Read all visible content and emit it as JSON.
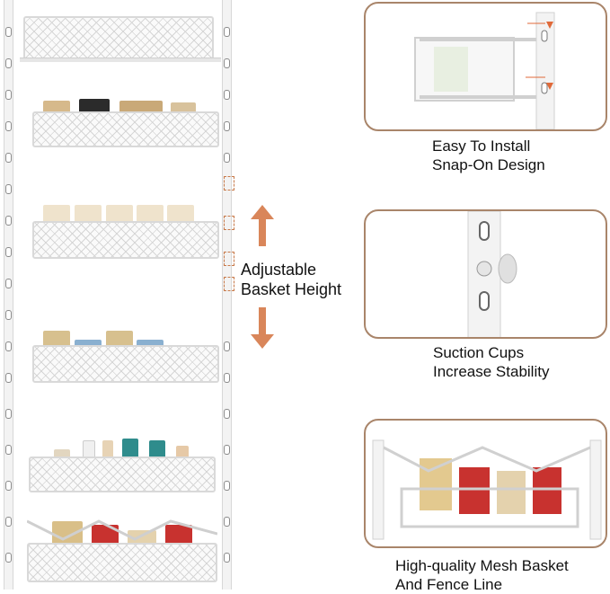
{
  "center_label": {
    "line1": "Adjustable",
    "line2": "Basket Height"
  },
  "callouts": [
    {
      "line1": "Easy To Install",
      "line2": "Snap-On Design"
    },
    {
      "line1": "Suction Cups",
      "line2": "Increase Stability"
    },
    {
      "line1": "High-quality Mesh Basket",
      "line2": "And Fence Line"
    }
  ],
  "colors": {
    "arrow": "#d9865a",
    "panel_border": "#a9856a",
    "callout_arrow": "#e06a3a"
  },
  "icons": [
    "arrow-up-icon",
    "arrow-down-icon"
  ]
}
